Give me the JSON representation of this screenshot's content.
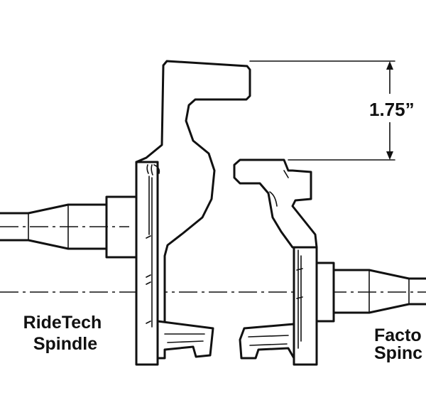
{
  "diagram": {
    "dimension_label": "1.75”",
    "left_label": [
      "RideTech",
      "Spindle"
    ],
    "right_label": [
      "Facto",
      "Spinc"
    ]
  }
}
